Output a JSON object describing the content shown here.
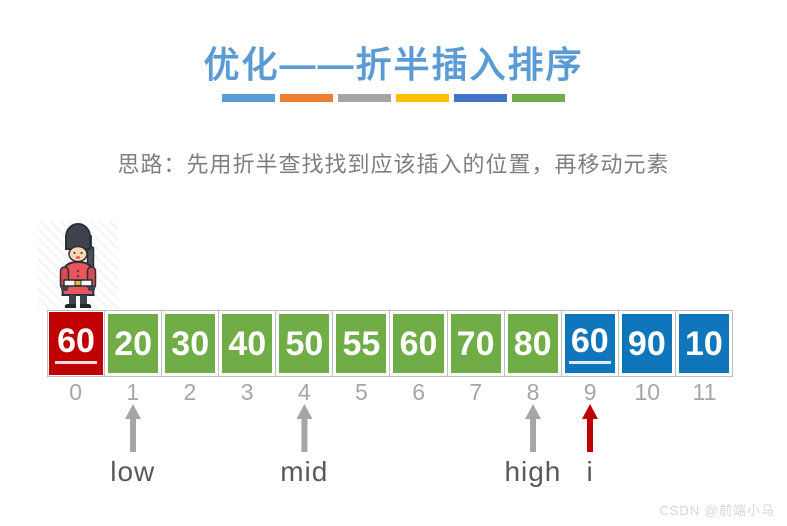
{
  "title": {
    "text": "优化——折半插入排序",
    "color": "#5B9BD5"
  },
  "title_bars": [
    "#5B9BD5",
    "#ED7D31",
    "#A5A5A5",
    "#FFC000",
    "#4472C4",
    "#70AD47"
  ],
  "subtitle": {
    "text": "思路：先用折半查找找到应该插入的位置，再移动元素"
  },
  "icons": {
    "soldier": "royal-guard-soldier-icon",
    "pointer_arrow": "up-arrow-icon"
  },
  "array": {
    "colors": {
      "red": "#C00000",
      "green": "#70AD47",
      "blue": "#0F76BC"
    },
    "cells": [
      {
        "value": "60",
        "index": "0",
        "state": "red",
        "underline": true
      },
      {
        "value": "20",
        "index": "1",
        "state": "green",
        "underline": false
      },
      {
        "value": "30",
        "index": "2",
        "state": "green",
        "underline": false
      },
      {
        "value": "40",
        "index": "3",
        "state": "green",
        "underline": false
      },
      {
        "value": "50",
        "index": "4",
        "state": "green",
        "underline": false
      },
      {
        "value": "55",
        "index": "5",
        "state": "green",
        "underline": false
      },
      {
        "value": "60",
        "index": "6",
        "state": "green",
        "underline": false
      },
      {
        "value": "70",
        "index": "7",
        "state": "green",
        "underline": false
      },
      {
        "value": "80",
        "index": "8",
        "state": "green",
        "underline": false
      },
      {
        "value": "60",
        "index": "9",
        "state": "blue",
        "underline": true
      },
      {
        "value": "90",
        "index": "10",
        "state": "blue",
        "underline": false
      },
      {
        "value": "10",
        "index": "11",
        "state": "blue",
        "underline": false
      }
    ]
  },
  "pointers": [
    {
      "label": "low",
      "index": 1,
      "color": "#A6A6A6"
    },
    {
      "label": "mid",
      "index": 4,
      "color": "#A6A6A6"
    },
    {
      "label": "high",
      "index": 8,
      "color": "#A6A6A6"
    },
    {
      "label": "i",
      "index": 9,
      "color": "#C00000"
    }
  ],
  "watermark": {
    "text": "CSDN @前端小马"
  }
}
